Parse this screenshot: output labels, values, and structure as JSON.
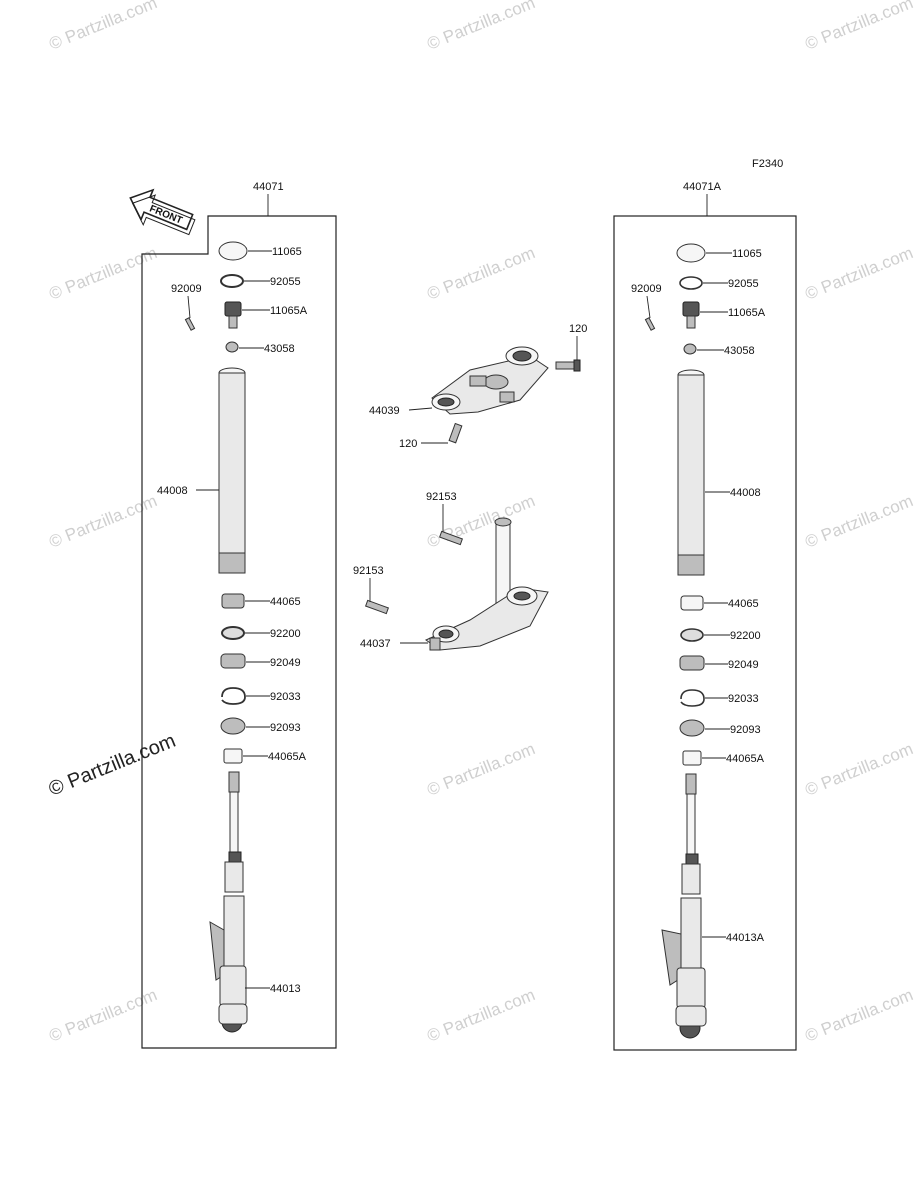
{
  "figure_code": "F2340",
  "front_label": "FRONT",
  "watermark": "© Partzilla.com",
  "left_assembly": {
    "assembly_number": "44071",
    "parts": [
      "11065",
      "92055",
      "92009",
      "11065A",
      "43058",
      "44008",
      "44065",
      "92200",
      "92049",
      "92033",
      "92093",
      "44065A",
      "44013"
    ]
  },
  "right_assembly": {
    "assembly_number": "44071A",
    "parts": [
      "11065",
      "92055",
      "92009",
      "11065A",
      "43058",
      "44008",
      "44065",
      "92200",
      "92049",
      "92033",
      "92093",
      "44065A",
      "44013A"
    ]
  },
  "center": {
    "upper_bracket": "44039",
    "upper_bolt_top": "120",
    "upper_bolt_bottom": "120",
    "stem_bolt_top": "92153",
    "stem_bolt_left": "92153",
    "lower_stem": "44037"
  }
}
